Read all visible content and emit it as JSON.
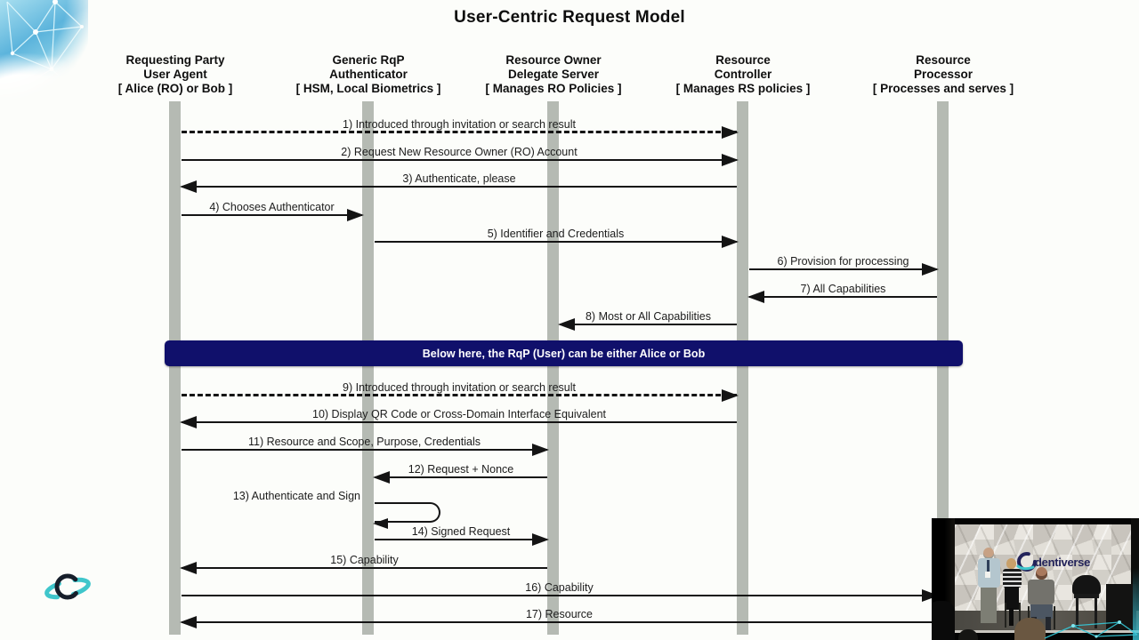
{
  "title": "User-Centric Request Model",
  "colors": {
    "background": "#fcfdfa",
    "lifeline_gray": "#b5bab3",
    "arrow_black": "#141414",
    "banner_navy": "#10106b",
    "banner_text": "#ffffff",
    "logo_teal": "#3fc6cb",
    "logo_navy": "#161e2a"
  },
  "actors": [
    {
      "line1": "Requesting Party",
      "line2": "User Agent",
      "line3": "[ Alice (RO) or Bob ]"
    },
    {
      "line1": "Generic RqP",
      "line2": "Authenticator",
      "line3": "[ HSM, Local Biometrics ]"
    },
    {
      "line1": "Resource Owner",
      "line2": "Delegate Server",
      "line3": "[ Manages RO Policies ]"
    },
    {
      "line1": "Resource",
      "line2": "Controller",
      "line3": "[ Manages RS policies ]"
    },
    {
      "line1": "Resource",
      "line2": "Processor",
      "line3": "[ Processes and serves ]"
    }
  ],
  "messages": [
    {
      "label": "1) Introduced through invitation or search result",
      "from": 1,
      "to": 4,
      "style": "dashed"
    },
    {
      "label": "2) Request New Resource Owner (RO) Account",
      "from": 1,
      "to": 4,
      "style": "solid"
    },
    {
      "label": "3) Authenticate, please",
      "from": 4,
      "to": 1,
      "style": "solid"
    },
    {
      "label": "4) Chooses Authenticator",
      "from": 1,
      "to": 2,
      "style": "solid"
    },
    {
      "label": "5) Identifier and Credentials",
      "from": 2,
      "to": 4,
      "style": "solid"
    },
    {
      "label": "6) Provision for processing",
      "from": 4,
      "to": 5,
      "style": "solid"
    },
    {
      "label": "7) All Capabilities",
      "from": 5,
      "to": 4,
      "style": "solid"
    },
    {
      "label": "8) Most or All Capabilities",
      "from": 4,
      "to": 3,
      "style": "solid"
    },
    {
      "label": "9) Introduced through invitation or search result",
      "from": 1,
      "to": 4,
      "style": "dashed"
    },
    {
      "label": "10) Display QR Code or Cross-Domain Interface Equivalent",
      "from": 4,
      "to": 1,
      "style": "solid"
    },
    {
      "label": "11) Resource and Scope, Purpose, Credentials",
      "from": 1,
      "to": 3,
      "style": "solid"
    },
    {
      "label": "12) Request + Nonce",
      "from": 3,
      "to": 2,
      "style": "solid"
    },
    {
      "label": "13) Authenticate and Sign",
      "from": 2,
      "to": 2,
      "style": "self"
    },
    {
      "label": "14) Signed Request",
      "from": 2,
      "to": 3,
      "style": "solid"
    },
    {
      "label": "15) Capability",
      "from": 3,
      "to": 1,
      "style": "solid"
    },
    {
      "label": "16) Capability",
      "from": 1,
      "to": 5,
      "style": "solid"
    },
    {
      "label": "17) Resource",
      "from": 5,
      "to": 1,
      "style": "solid"
    }
  ],
  "banner": {
    "text": "Below here, the RqP (User) can be either Alice or Bob"
  },
  "video": {
    "stage_logo_text": "dentiverse"
  }
}
